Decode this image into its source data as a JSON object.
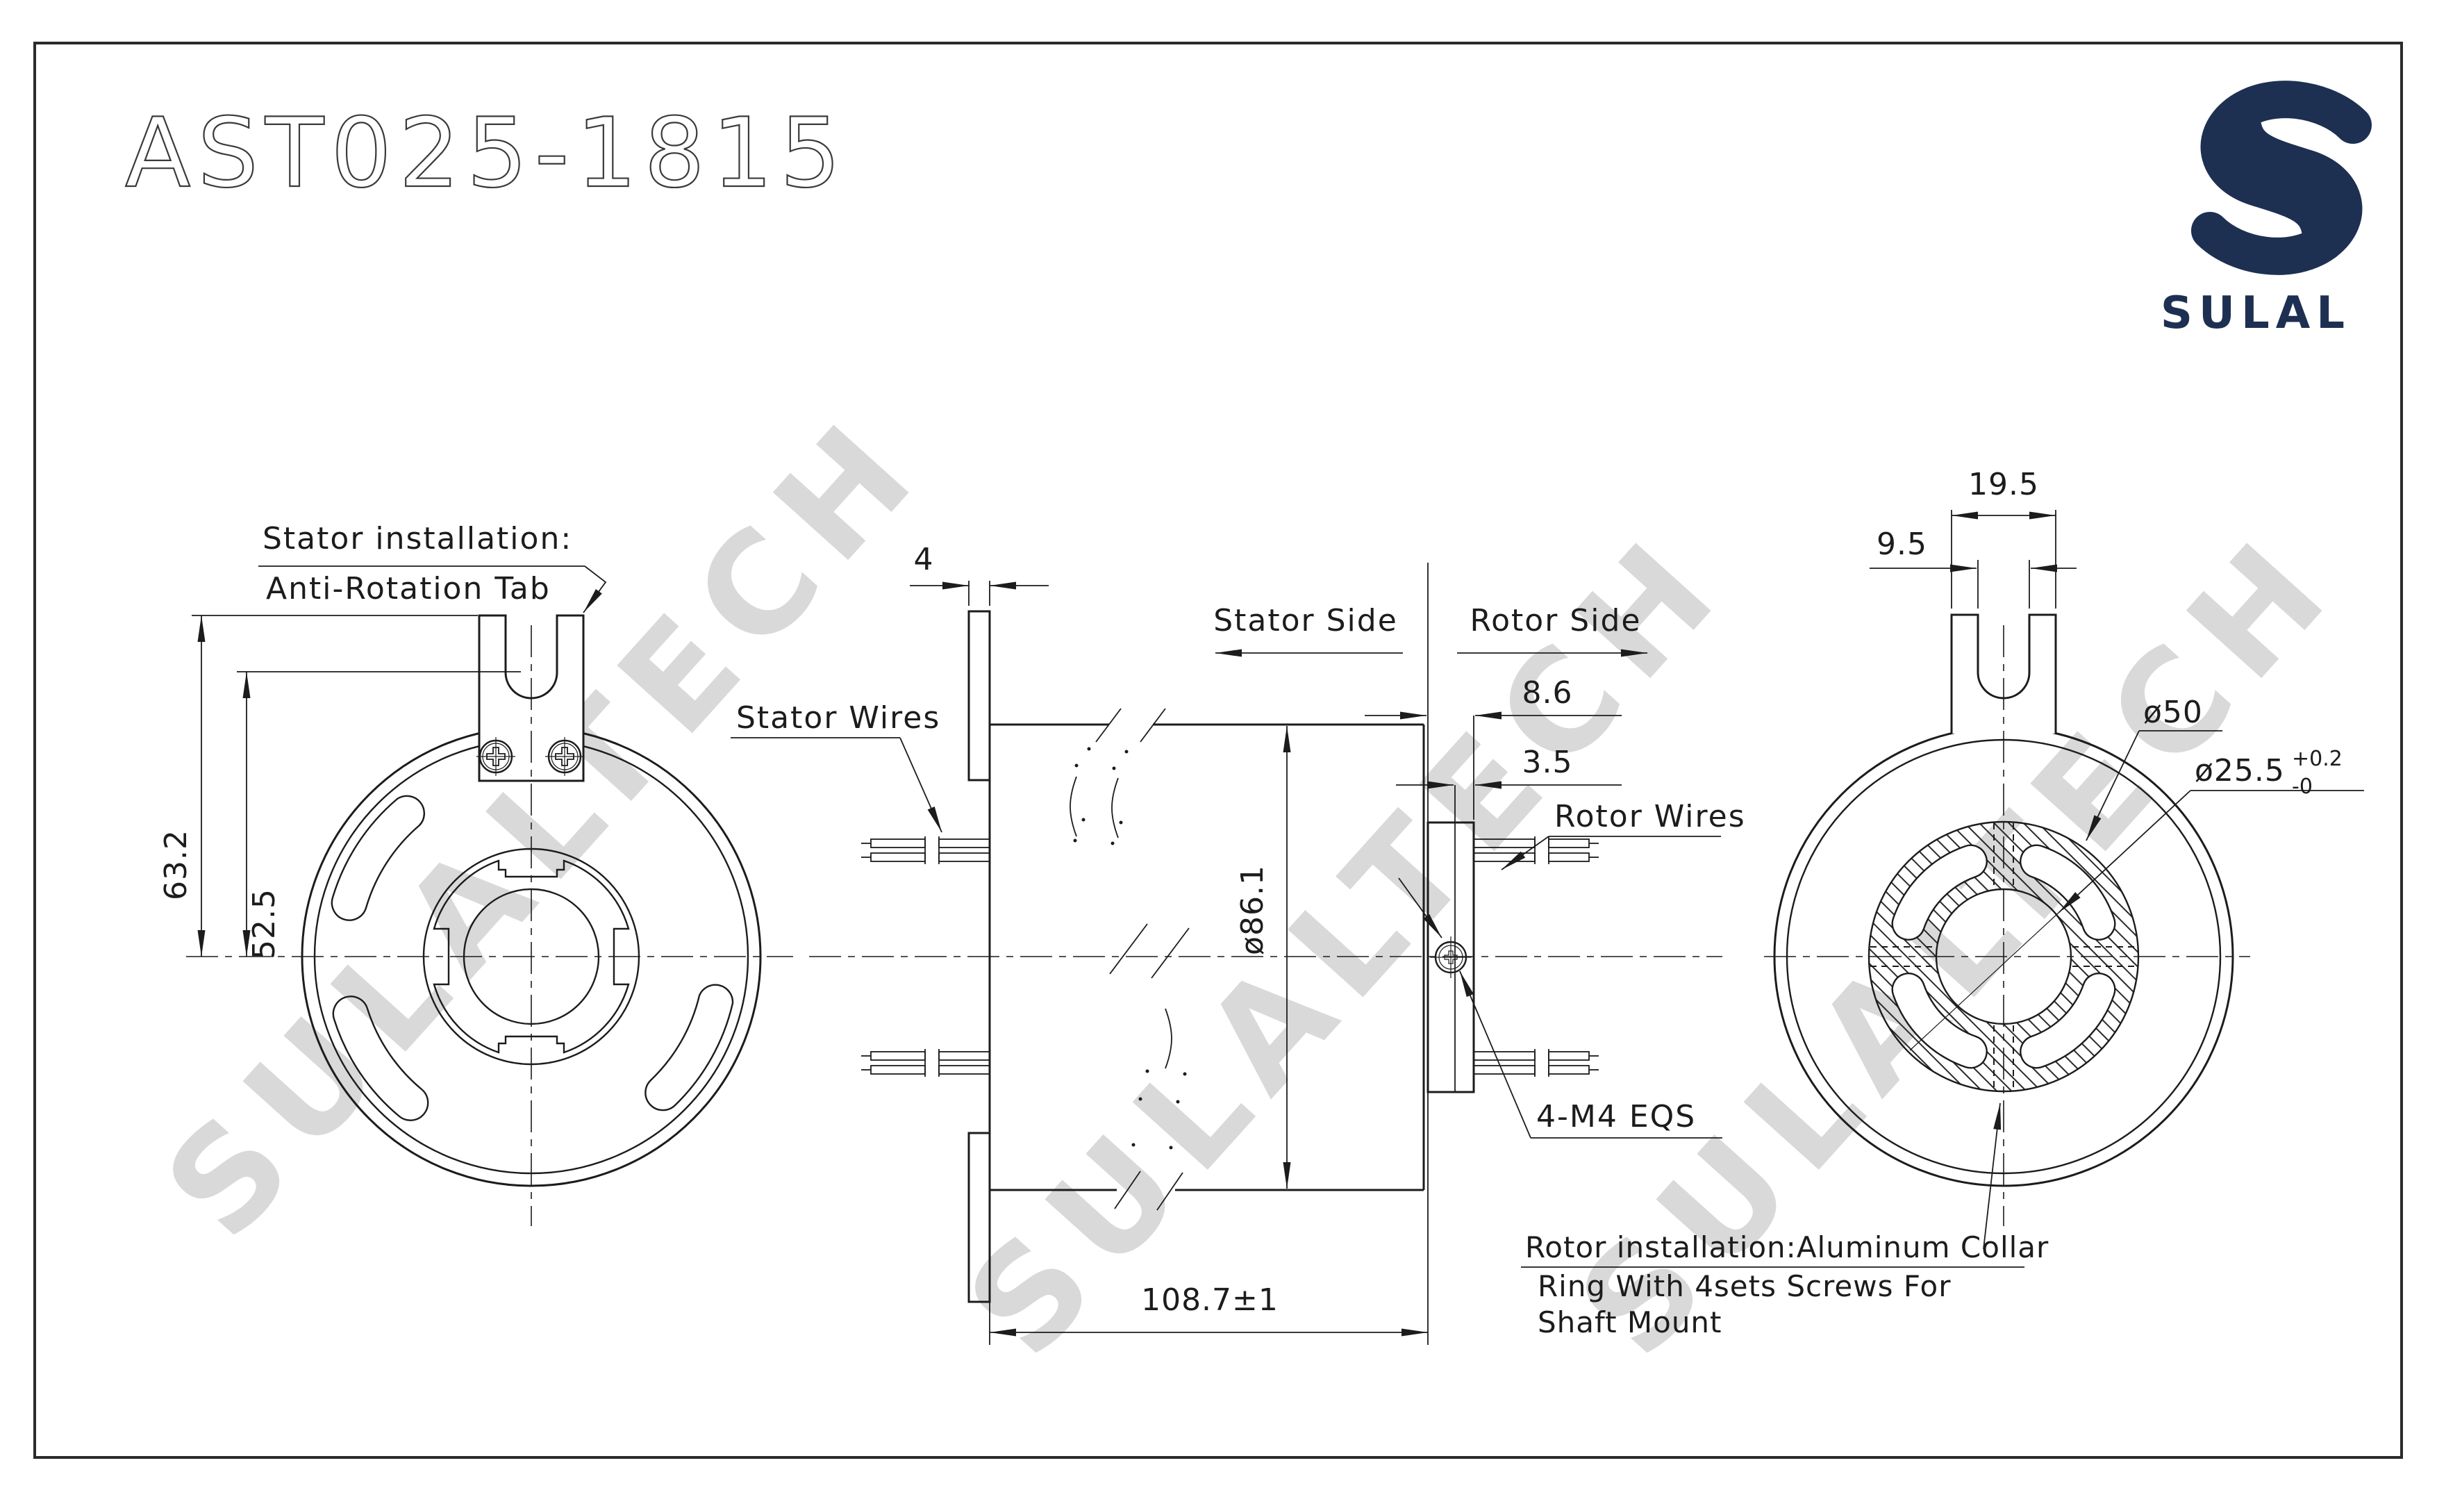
{
  "title": "AST025-1815",
  "brand": {
    "name": "SULAL"
  },
  "watermark": {
    "text": "SULALTECH"
  },
  "left_view": {
    "label_line1": "Stator installation:",
    "label_line2": "Anti-Rotation Tab",
    "dim_outer": "63.2",
    "dim_inner": "52.5"
  },
  "middle_view": {
    "stator_side": "Stator Side",
    "rotor_side": "Rotor Side",
    "stator_wires": "Stator Wires",
    "rotor_wires": "Rotor Wires",
    "screw_note": "4-M4 EQS",
    "dim_flange": "4",
    "dim_collar_depth": "8.6",
    "dim_plate": "3.5",
    "dim_body_dia": "ø86.1",
    "dim_length": "108.7±1"
  },
  "right_view": {
    "dim_tab_width": "19.5",
    "dim_slot_width": "9.5",
    "dim_collar_dia": "ø50",
    "dim_bore_dia": "ø25.5",
    "tol_plus": "+0.2",
    "tol_minus": "-0",
    "note_line1": "Rotor installation:Aluminum Collar",
    "note_line2": "Ring With 4sets Screws For",
    "note_line3": "Shaft Mount"
  }
}
